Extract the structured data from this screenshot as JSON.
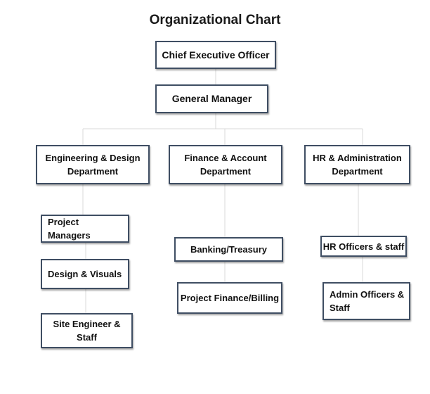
{
  "title": "Organizational Chart",
  "ceo": "Chief Executive Officer",
  "gm": "General Manager",
  "departments": [
    {
      "name": "Engineering & Design Department",
      "roles": [
        "Project Managers",
        "Design & Visuals",
        "Site Engineer & Staff"
      ]
    },
    {
      "name": "Finance & Account Department",
      "roles": [
        "Banking/Treasury",
        "Project Finance/Billing"
      ]
    },
    {
      "name": "HR & Administration Department",
      "roles": [
        "HR Officers & staff",
        "Admin Officers & Staff"
      ]
    }
  ],
  "colors": {
    "border": "#3f4e63",
    "connector": "#d9d9d9"
  }
}
